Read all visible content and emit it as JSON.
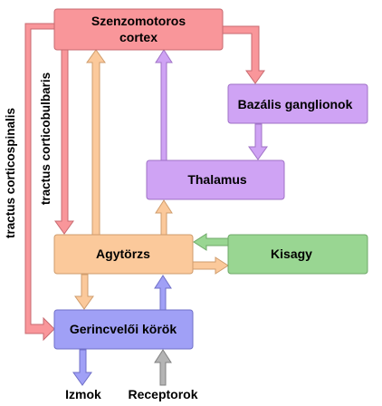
{
  "boxes": {
    "cortex": {
      "line1": "Szenzomotoros",
      "line2": "cortex"
    },
    "basal_ganglia": {
      "label": "Bazális ganglionok"
    },
    "thalamus": {
      "label": "Thalamus"
    },
    "brainstem": {
      "label": "Agytörzs"
    },
    "cerebellum": {
      "label": "Kisagy"
    },
    "spinal": {
      "label": "Gerincvelői körök"
    }
  },
  "tracts": {
    "corticospinal": "tractus corticospinalis",
    "corticobulbar": "tractus corticobulbaris"
  },
  "outputs": {
    "muscles": "Izmok",
    "receptors": "Receptorok"
  },
  "colors": {
    "cortex_fill": "#f9969a",
    "cortex_stroke": "#c86a70",
    "purple_fill": "#cfa3f4",
    "purple_stroke": "#9f72c6",
    "orange_fill": "#fbc99b",
    "orange_stroke": "#cf9c6c",
    "green_fill": "#99d692",
    "green_stroke": "#6fa868",
    "blue_fill": "#a0a0f6",
    "blue_stroke": "#6f6fc8",
    "gray_fill": "#b4b4b4",
    "gray_stroke": "#808080"
  }
}
